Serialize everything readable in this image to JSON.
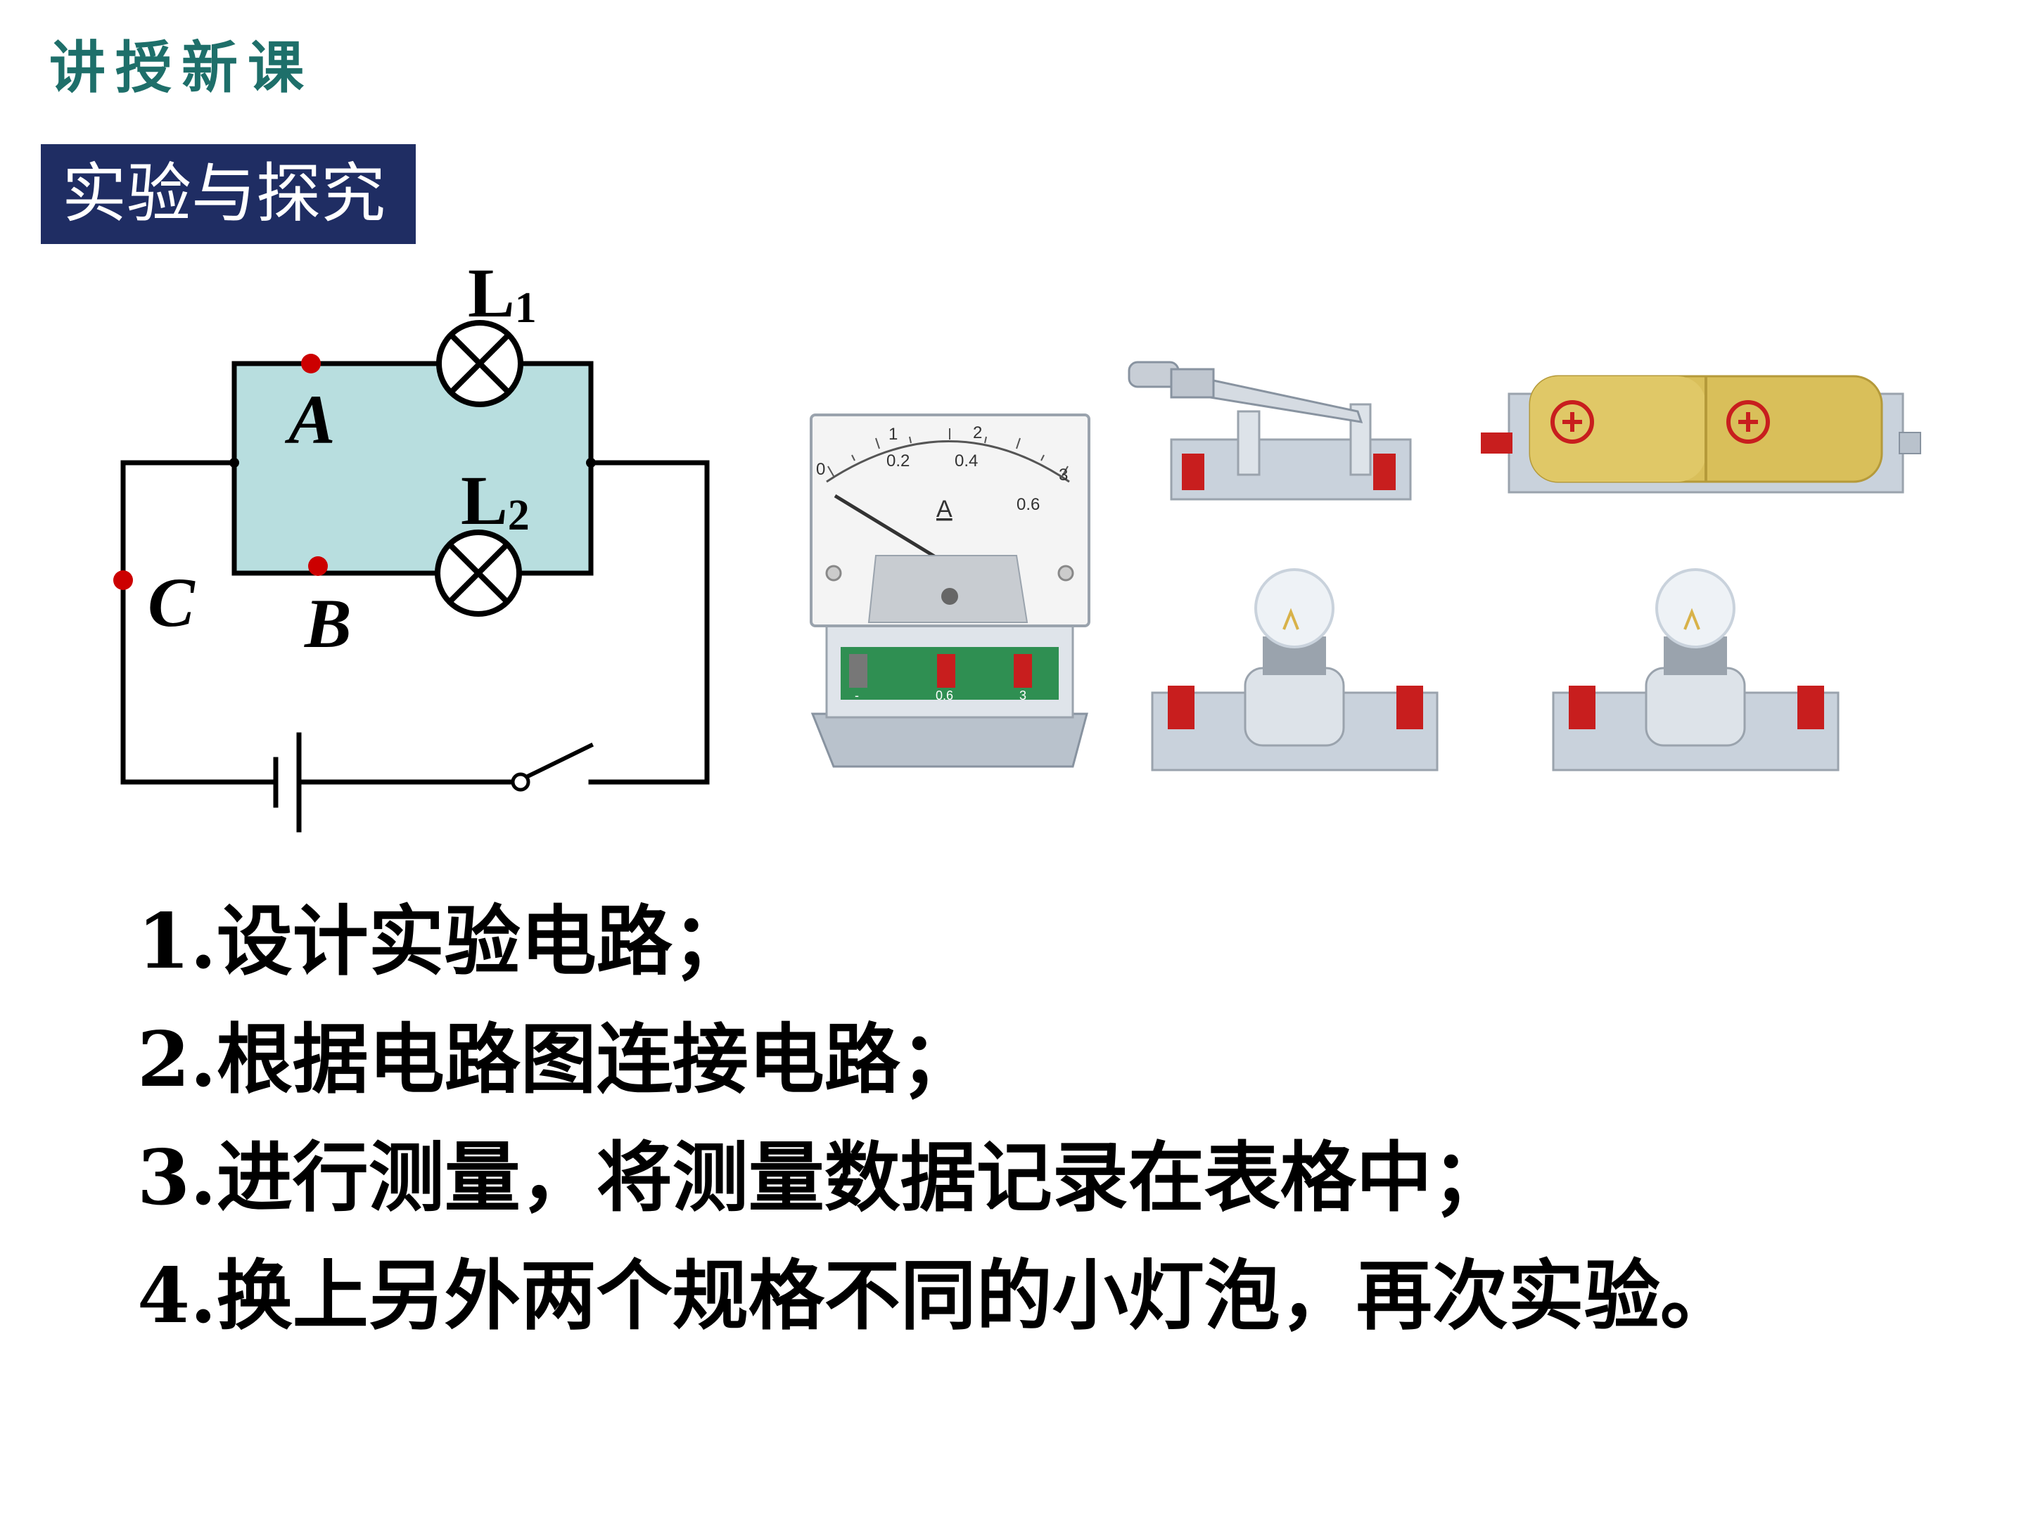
{
  "header": {
    "section_title": "讲授新课"
  },
  "banner": {
    "text": "实验与探究"
  },
  "circuit": {
    "lamp1_letter": "L",
    "lamp1_sub": "1",
    "lamp2_letter": "L",
    "lamp2_sub": "2",
    "point_a": "A",
    "point_b": "B",
    "point_c": "C",
    "marker_color": "#cc0000",
    "fill_color": "#b8dedf"
  },
  "ammeter": {
    "scale_top": [
      "0",
      "1",
      "2",
      "3"
    ],
    "scale_bottom": [
      "0.2",
      "0.4",
      "0.6"
    ],
    "unit": "A",
    "terminals": [
      "-",
      "0.6",
      "3"
    ]
  },
  "steps": [
    "1.设计实验电路；",
    "2.根据电路图连接电路；",
    "3.进行测量，将测量数据记录在表格中；",
    "4.换上另外两个规格不同的小灯泡，再次实验。"
  ]
}
